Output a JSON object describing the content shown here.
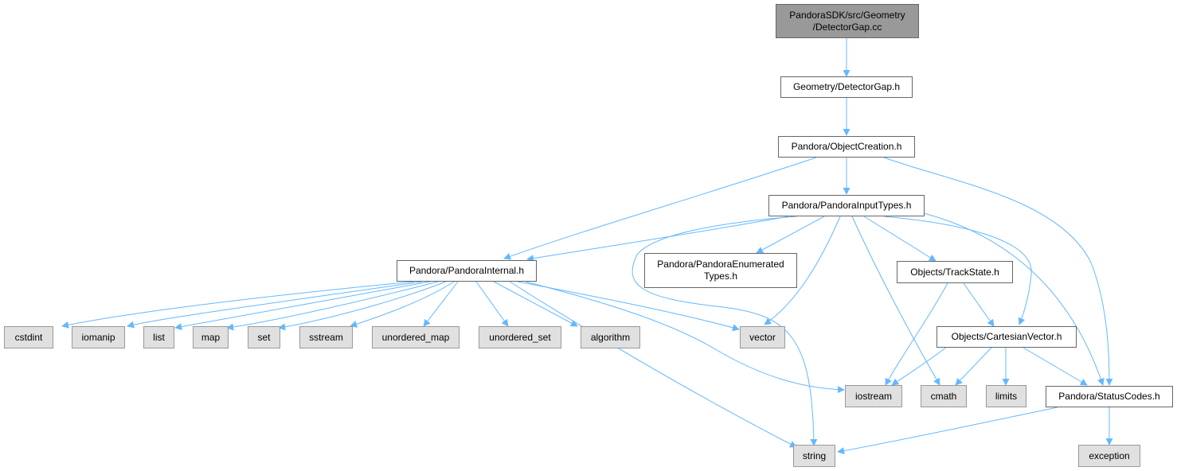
{
  "colors": {
    "edge": "#63b8ff",
    "root_fill": "#999999",
    "sys_fill": "#e0e0e0",
    "file_fill": "#ffffff"
  },
  "nodes": {
    "root": "PandoraSDK/src/Geometry\n/DetectorGap.cc",
    "detector_gap_h": "Geometry/DetectorGap.h",
    "object_creation_h": "Pandora/ObjectCreation.h",
    "pandora_input_types_h": "Pandora/PandoraInputTypes.h",
    "pandora_internal_h": "Pandora/PandoraInternal.h",
    "pandora_enumerated_types_h": "Pandora/PandoraEnumerated\nTypes.h",
    "track_state_h": "Objects/TrackState.h",
    "cartesian_vector_h": "Objects/CartesianVector.h",
    "status_codes_h": "Pandora/StatusCodes.h",
    "cstdint": "cstdint",
    "iomanip": "iomanip",
    "list": "list",
    "map": "map",
    "set": "set",
    "sstream": "sstream",
    "unordered_map": "unordered_map",
    "unordered_set": "unordered_set",
    "algorithm": "algorithm",
    "vector": "vector",
    "iostream": "iostream",
    "cmath": "cmath",
    "limits": "limits",
    "string": "string",
    "exception": "exception"
  }
}
